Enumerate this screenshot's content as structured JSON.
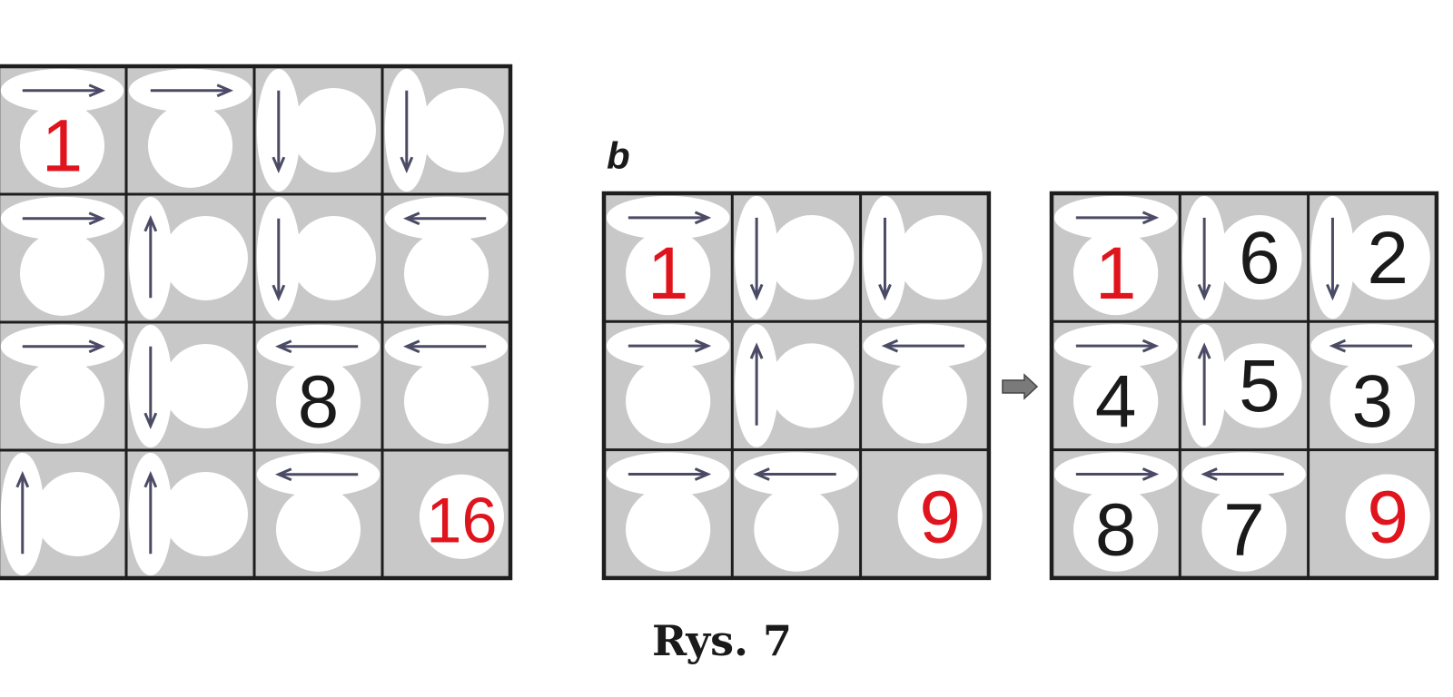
{
  "colors": {
    "cell": "#c8c8c8",
    "border": "#1e1e1e",
    "blob": "#ffffff",
    "arrow": "#4b4b66",
    "red": "#e0141c",
    "black": "#1a1a1a",
    "transition_arrow": "#7a7a7a"
  },
  "figure": {
    "caption": "Rys. 7",
    "grids": [
      {
        "id": "grid-a",
        "size": 4,
        "label": "",
        "cells": [
          [
            {
              "arrow": "right",
              "num": "1",
              "color": "red"
            },
            {
              "arrow": "right",
              "num": "",
              "color": ""
            },
            {
              "arrow": "down",
              "num": "",
              "color": ""
            },
            {
              "arrow": "down",
              "num": "",
              "color": ""
            }
          ],
          [
            {
              "arrow": "right",
              "num": "",
              "color": ""
            },
            {
              "arrow": "up",
              "num": "",
              "color": ""
            },
            {
              "arrow": "down",
              "num": "",
              "color": ""
            },
            {
              "arrow": "left",
              "num": "",
              "color": ""
            }
          ],
          [
            {
              "arrow": "right",
              "num": "",
              "color": ""
            },
            {
              "arrow": "down",
              "num": "",
              "color": ""
            },
            {
              "arrow": "left",
              "num": "8",
              "color": "black"
            },
            {
              "arrow": "left",
              "num": "",
              "color": ""
            }
          ],
          [
            {
              "arrow": "up",
              "num": "",
              "color": ""
            },
            {
              "arrow": "up",
              "num": "",
              "color": ""
            },
            {
              "arrow": "left",
              "num": "",
              "color": ""
            },
            {
              "arrow": "none",
              "num": "16",
              "color": "red"
            }
          ]
        ]
      },
      {
        "id": "grid-b",
        "size": 3,
        "label": "b",
        "cells": [
          [
            {
              "arrow": "right",
              "num": "1",
              "color": "red"
            },
            {
              "arrow": "down",
              "num": "",
              "color": ""
            },
            {
              "arrow": "down",
              "num": "",
              "color": ""
            }
          ],
          [
            {
              "arrow": "right",
              "num": "",
              "color": ""
            },
            {
              "arrow": "up",
              "num": "",
              "color": ""
            },
            {
              "arrow": "left",
              "num": "",
              "color": ""
            }
          ],
          [
            {
              "arrow": "right",
              "num": "",
              "color": ""
            },
            {
              "arrow": "left",
              "num": "",
              "color": ""
            },
            {
              "arrow": "none",
              "num": "9",
              "color": "red"
            }
          ]
        ]
      },
      {
        "id": "grid-c",
        "size": 3,
        "label": "",
        "cells": [
          [
            {
              "arrow": "right",
              "num": "1",
              "color": "red"
            },
            {
              "arrow": "down",
              "num": "6",
              "color": "black"
            },
            {
              "arrow": "down",
              "num": "2",
              "color": "black"
            }
          ],
          [
            {
              "arrow": "right",
              "num": "4",
              "color": "black"
            },
            {
              "arrow": "up",
              "num": "5",
              "color": "black"
            },
            {
              "arrow": "left",
              "num": "3",
              "color": "black"
            }
          ],
          [
            {
              "arrow": "right",
              "num": "8",
              "color": "black"
            },
            {
              "arrow": "left",
              "num": "7",
              "color": "black"
            },
            {
              "arrow": "none",
              "num": "9",
              "color": "red"
            }
          ]
        ]
      }
    ]
  }
}
